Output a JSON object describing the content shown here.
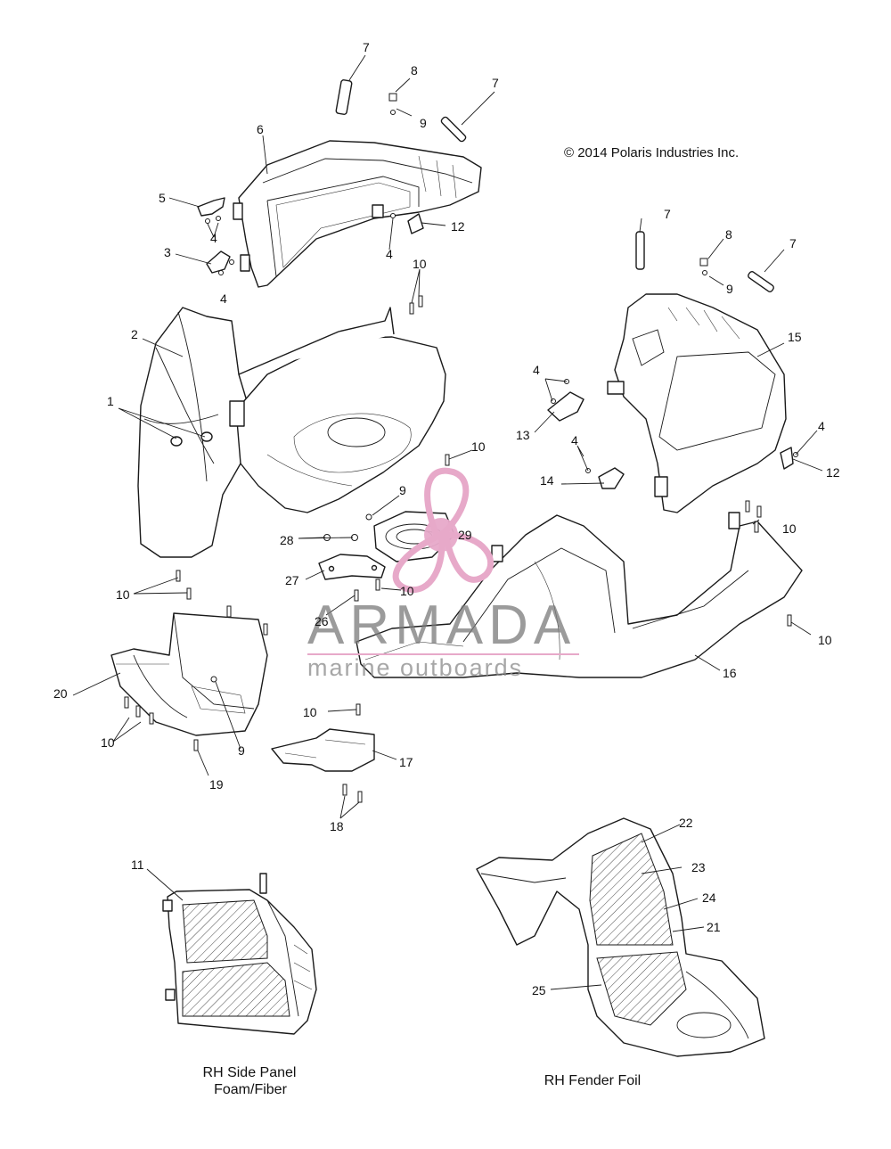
{
  "copyright": "© 2014 Polaris Industries Inc.",
  "watermark": {
    "brand": "ARMADA",
    "tagline": "marine outboards",
    "accent_color": "#e7a9c9"
  },
  "captions": {
    "side_panel_line1": "RH Side Panel",
    "side_panel_line2": "Foam/Fiber",
    "fender_foil": "RH Fender Foil"
  },
  "callouts": [
    {
      "id": "c1",
      "text": "1"
    },
    {
      "id": "c2",
      "text": "2"
    },
    {
      "id": "c3",
      "text": "3"
    },
    {
      "id": "c4a",
      "text": "4"
    },
    {
      "id": "c4b",
      "text": "4"
    },
    {
      "id": "c4c",
      "text": "4"
    },
    {
      "id": "c4d",
      "text": "4"
    },
    {
      "id": "c4e",
      "text": "4"
    },
    {
      "id": "c4f",
      "text": "4"
    },
    {
      "id": "c5",
      "text": "5"
    },
    {
      "id": "c6",
      "text": "6"
    },
    {
      "id": "c7a",
      "text": "7"
    },
    {
      "id": "c7b",
      "text": "7"
    },
    {
      "id": "c7c",
      "text": "7"
    },
    {
      "id": "c7d",
      "text": "7"
    },
    {
      "id": "c8a",
      "text": "8"
    },
    {
      "id": "c8b",
      "text": "8"
    },
    {
      "id": "c9a",
      "text": "9"
    },
    {
      "id": "c9b",
      "text": "9"
    },
    {
      "id": "c9c",
      "text": "9"
    },
    {
      "id": "c9d",
      "text": "9"
    },
    {
      "id": "c10a",
      "text": "10"
    },
    {
      "id": "c10b",
      "text": "10"
    },
    {
      "id": "c10c",
      "text": "10"
    },
    {
      "id": "c10d",
      "text": "10"
    },
    {
      "id": "c10e",
      "text": "10"
    },
    {
      "id": "c10f",
      "text": "10"
    },
    {
      "id": "c10g",
      "text": "10"
    },
    {
      "id": "c10h",
      "text": "10"
    },
    {
      "id": "c11",
      "text": "11"
    },
    {
      "id": "c12a",
      "text": "12"
    },
    {
      "id": "c12b",
      "text": "12"
    },
    {
      "id": "c13",
      "text": "13"
    },
    {
      "id": "c14",
      "text": "14"
    },
    {
      "id": "c15",
      "text": "15"
    },
    {
      "id": "c16",
      "text": "16"
    },
    {
      "id": "c17",
      "text": "17"
    },
    {
      "id": "c18",
      "text": "18"
    },
    {
      "id": "c19",
      "text": "19"
    },
    {
      "id": "c20",
      "text": "20"
    },
    {
      "id": "c21",
      "text": "21"
    },
    {
      "id": "c22",
      "text": "22"
    },
    {
      "id": "c23",
      "text": "23"
    },
    {
      "id": "c24",
      "text": "24"
    },
    {
      "id": "c25",
      "text": "25"
    },
    {
      "id": "c26",
      "text": "26"
    },
    {
      "id": "c27",
      "text": "27"
    },
    {
      "id": "c28",
      "text": "28"
    },
    {
      "id": "c29",
      "text": "29"
    }
  ]
}
